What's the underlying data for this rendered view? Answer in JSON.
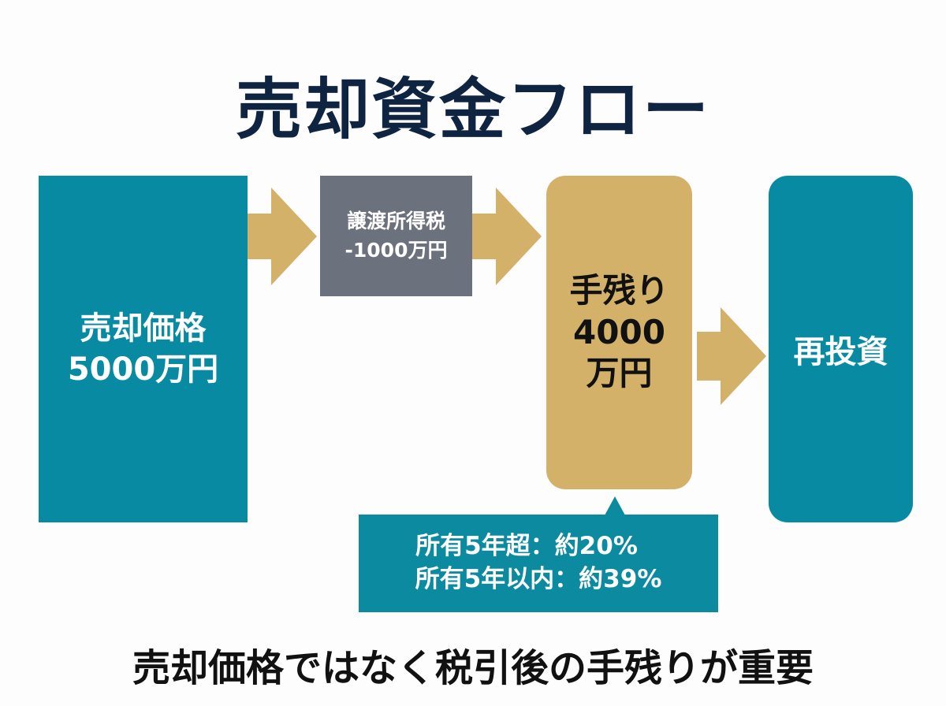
{
  "title": "売却資金フロー",
  "colors": {
    "teal": "#088ba2",
    "gray": "#6c727d",
    "gold": "#d3b169",
    "navy": "#0f2440"
  },
  "flow": {
    "sale": {
      "line1": "売却価格",
      "line2": "5000万円"
    },
    "tax": {
      "line1": "譲渡所得税",
      "line2": "-1000万円"
    },
    "net": {
      "line1": "手残り",
      "line2": "4000",
      "line3": "万円"
    },
    "reinvest": {
      "label": "再投資"
    }
  },
  "note": {
    "line1": "所有5年超：約20%",
    "line2": "所有5年以内：約39%"
  },
  "footer": "売却価格ではなく税引後の手残りが重要"
}
